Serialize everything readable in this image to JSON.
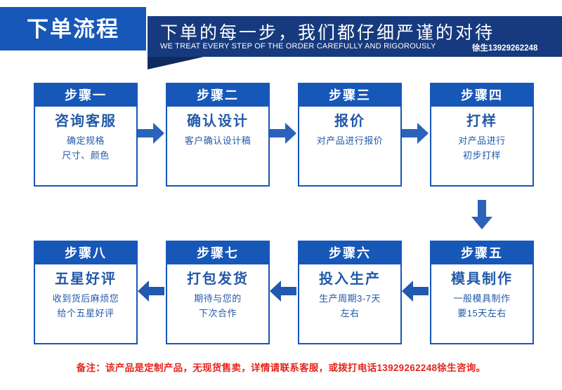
{
  "header": {
    "badge_title": "下单流程",
    "headline_cn": "下单的每一步，我们都仔细严谨的对待",
    "headline_en": "WE TREAT EVERY STEP OF THE ORDER CAREFULLY AND RIGOROUSLY",
    "contact": "徐生13929262248",
    "badge_color": "#1757b8",
    "band_color": "#173a7e"
  },
  "flow": {
    "row1": [
      {
        "badge": "步骤一",
        "title": "咨询客服",
        "lines": [
          "确定规格",
          "尺寸、颜色"
        ]
      },
      {
        "badge": "步骤二",
        "title": "确认设计",
        "lines": [
          "客户确认设计稿",
          ""
        ]
      },
      {
        "badge": "步骤三",
        "title": "报价",
        "lines": [
          "对产品进行报价",
          ""
        ]
      },
      {
        "badge": "步骤四",
        "title": "打样",
        "lines": [
          "对产品进行",
          "初步打样"
        ]
      }
    ],
    "row2": [
      {
        "badge": "步骤八",
        "title": "五星好评",
        "lines": [
          "收到货后麻烦您",
          "给个五星好评"
        ]
      },
      {
        "badge": "步骤七",
        "title": "打包发货",
        "lines": [
          "期待与您的",
          "下次合作"
        ]
      },
      {
        "badge": "步骤六",
        "title": "投入生产",
        "lines": [
          "生产周期3-7天",
          "左右"
        ]
      },
      {
        "badge": "步骤五",
        "title": "模具制作",
        "lines": [
          "一般模具制作",
          "要15天左右"
        ]
      }
    ],
    "arrow_color": "#2a63b8",
    "box_border_color": "#1757b8"
  },
  "footer": {
    "note": "备注：该产品是定制产品，无现货售卖，详情请联系客服，或拨打电话13929262248徐生咨询。",
    "color": "#e8241c"
  }
}
